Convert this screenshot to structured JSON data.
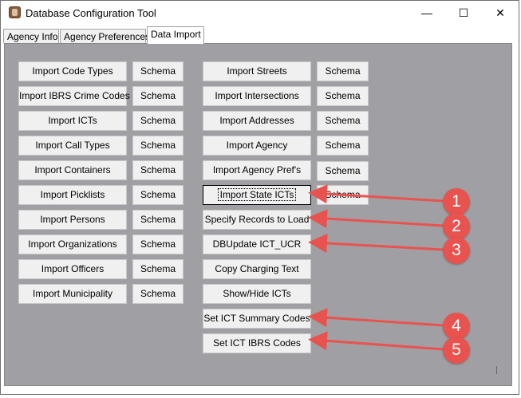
{
  "window": {
    "title": "Database Configuration Tool"
  },
  "titlebar": {
    "minimize": "—",
    "maximize": "☐",
    "close": "✕"
  },
  "tabs": [
    "Agency Info",
    "Agency Preferences",
    "Data Import"
  ],
  "left_column": [
    {
      "import": "Import Code Types",
      "schema": "Schema"
    },
    {
      "import": "Import IBRS Crime Codes",
      "schema": "Schema"
    },
    {
      "import": "Import ICTs",
      "schema": "Schema"
    },
    {
      "import": "Import Call Types",
      "schema": "Schema"
    },
    {
      "import": "Import Containers",
      "schema": "Schema"
    },
    {
      "import": "Import Picklists",
      "schema": "Schema"
    },
    {
      "import": "Import Persons",
      "schema": "Schema"
    },
    {
      "import": "Import Organizations",
      "schema": "Schema"
    },
    {
      "import": "Import Officers",
      "schema": "Schema"
    },
    {
      "import": "Import Municipality",
      "schema": "Schema"
    }
  ],
  "right_column": [
    {
      "import": "Import Streets",
      "schema": "Schema"
    },
    {
      "import": "Import Intersections",
      "schema": "Schema"
    },
    {
      "import": "Import Addresses",
      "schema": "Schema"
    },
    {
      "import": "Import Agency",
      "schema": "Schema"
    },
    {
      "import": "Import Agency Pref's",
      "schema": "Schema"
    },
    {
      "import": "Import State ICTs",
      "schema": "Schema"
    },
    {
      "import": "Specify Records to Load"
    },
    {
      "import": "DBUpdate ICT_UCR"
    },
    {
      "import": "Copy Charging Text"
    },
    {
      "import": "Show/Hide ICTs"
    },
    {
      "import": "Set ICT Summary Codes"
    },
    {
      "import": "Set ICT IBRS Codes"
    }
  ],
  "callouts": [
    "1",
    "2",
    "3",
    "4",
    "5"
  ],
  "colors": {
    "panel": "#a0a0a4",
    "callout": "#e8534f"
  }
}
